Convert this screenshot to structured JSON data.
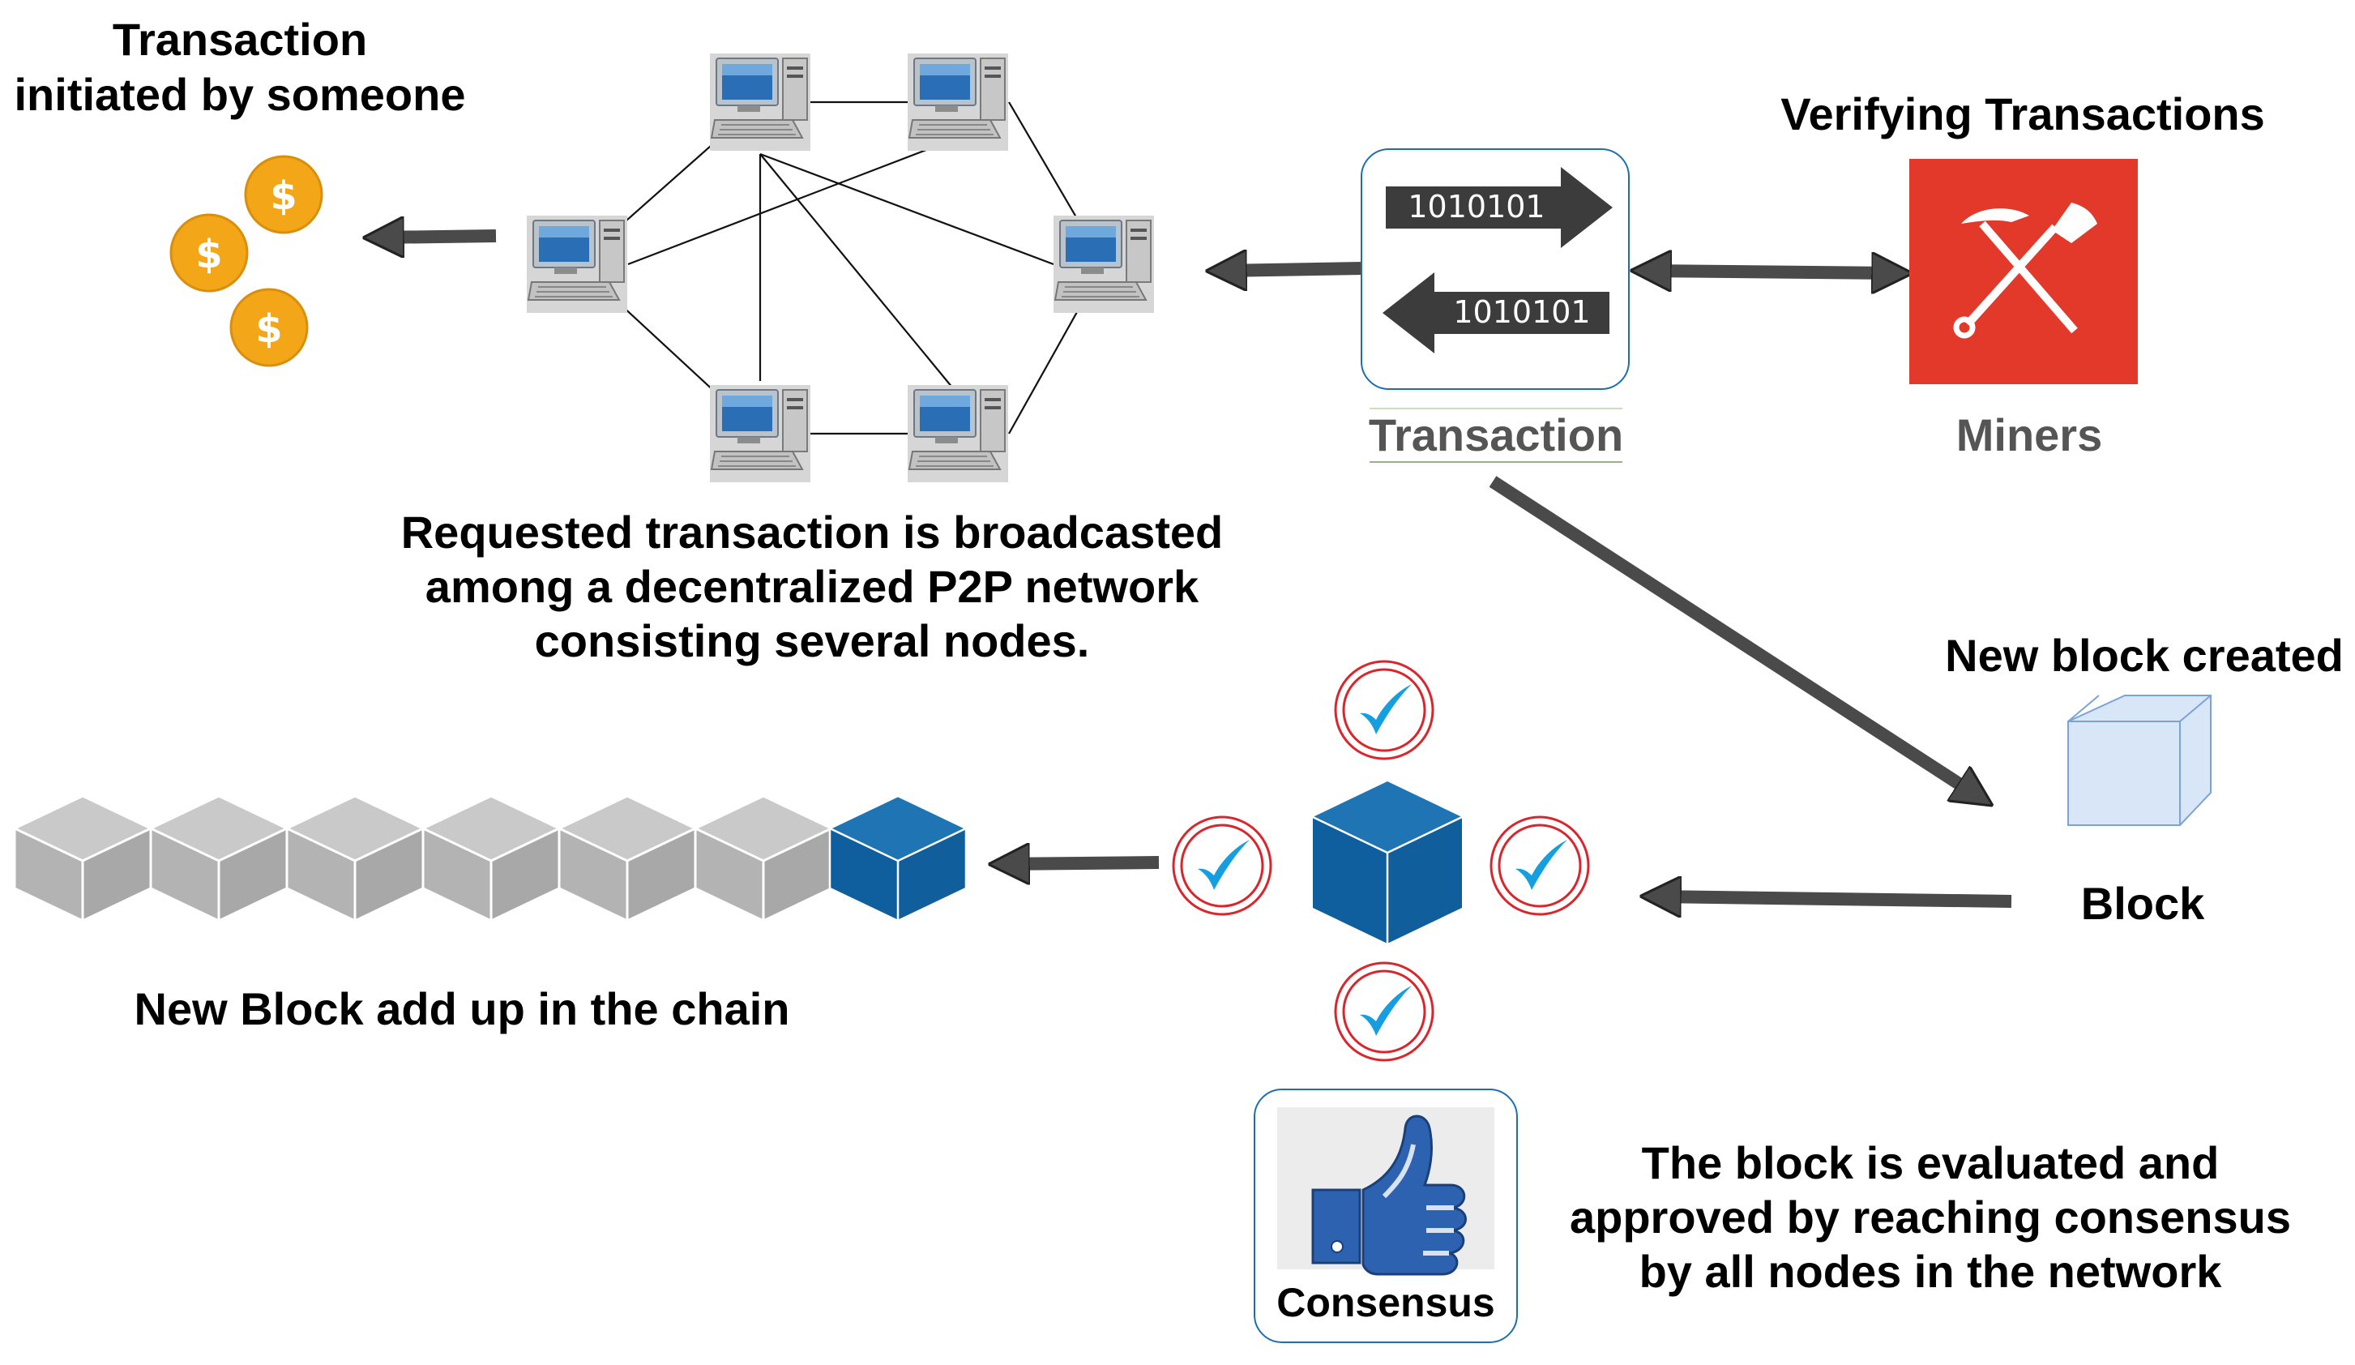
{
  "labels": {
    "tx_initiated": "Transaction\ninitiated by someone",
    "broadcast": "Requested transaction is broadcasted\namong a decentralized P2P network\nconsisting several nodes.",
    "transaction": "Transaction",
    "verifying": "Verifying Transactions",
    "miners": "Miners",
    "new_block_created": "New block created",
    "block": "Block",
    "chain": "New Block add up in the chain",
    "approval": "The block is evaluated and\napproved by reaching consensus\nby all nodes in the network",
    "consensus": "Consensus"
  },
  "binary_data": {
    "forward": "1010101",
    "backward": "1010101"
  },
  "icons": {
    "coin_symbol": "$",
    "coins": "coin-icon",
    "computer": "computer-icon",
    "miner": "pickaxe-shovel-icon",
    "block": "cube-icon",
    "check": "check-icon",
    "thumbs_up": "thumbs-up-icon"
  },
  "colors": {
    "coin": "#f2a618",
    "miner_bg": "#e2392b",
    "new_block": "#1566a3",
    "chain_block": "#b8b8b8",
    "empty_block": "#d8e6f8",
    "check": "#169fe0",
    "check_ring": "#d9262c",
    "arrow": "#555555",
    "box_border": "#1c6eb0"
  }
}
